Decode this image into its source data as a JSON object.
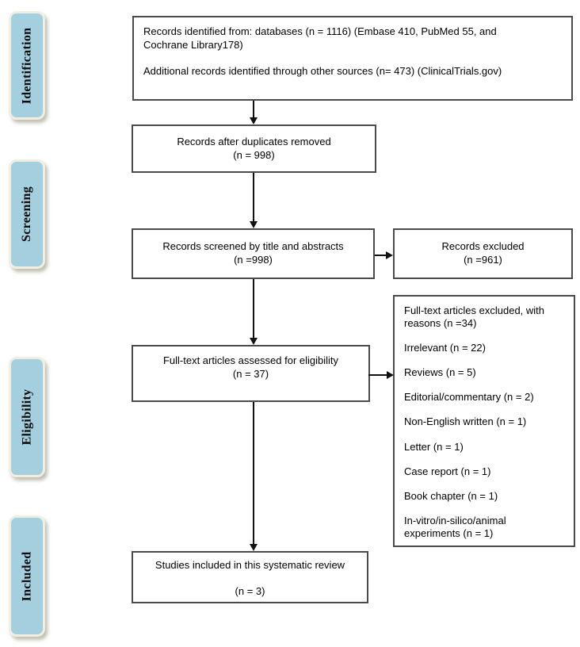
{
  "sidebar": {
    "labels": [
      "Identification",
      "Screening",
      "Eligibility",
      "Included"
    ]
  },
  "flow": {
    "records_identified": [
      "Records identified from: databases (n = 1116) (Embase 410, PubMed 55, and",
      "Cochrane Library178)",
      "",
      "Additional records identified through other sources (n= 473) (ClinicalTrials.gov)"
    ],
    "duplicates_removed": [
      "Records after duplicates removed",
      "(n = 998)"
    ],
    "records_screened": [
      "Records screened by title and abstracts",
      "(n =998)"
    ],
    "records_excluded": [
      "Records excluded",
      "(n =961)"
    ],
    "fulltext_assessed": [
      "Full-text articles assessed for eligibility",
      "(n = 37)"
    ],
    "fulltext_excluded_reasons": [
      "Full-text articles excluded, with",
      "reasons (n =34)",
      "",
      "Irrelevant (n = 22)",
      "",
      "Reviews (n = 5)",
      "",
      "Editorial/commentary (n = 2)",
      "",
      "Non-English written (n = 1)",
      "",
      "Letter (n = 1)",
      "",
      "Case report (n = 1)",
      "",
      "Book chapter (n = 1)",
      "",
      "In-vitro/in-silico/animal",
      "experiments (n = 1)"
    ],
    "studies_included": [
      "Studies included in this systematic review",
      "",
      "(n = 3)"
    ]
  },
  "colors": {
    "stage_fill": "#a4cfdf",
    "stage_border": "#f0eee1",
    "box_border": "#4a4a4a",
    "arrow_color": "#111111"
  }
}
